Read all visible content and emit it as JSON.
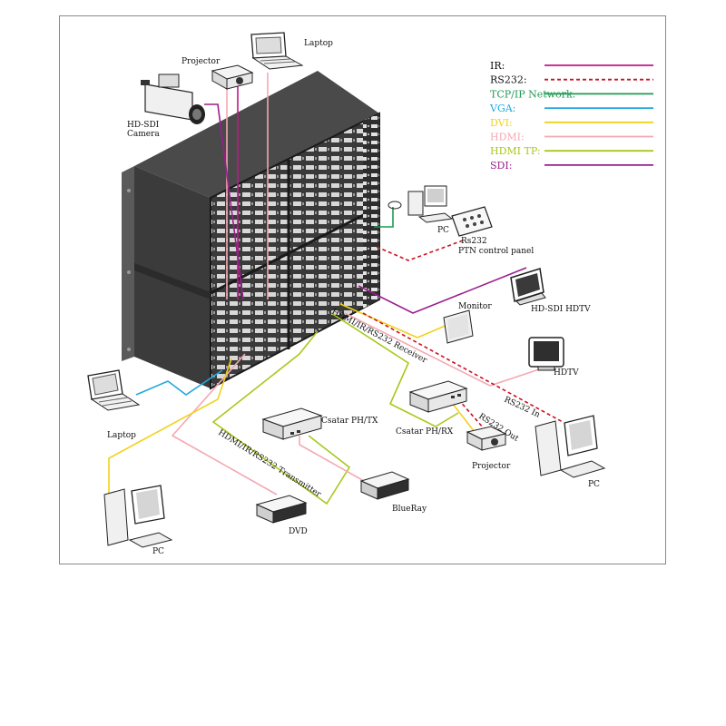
{
  "legend": [
    {
      "label": "IR:",
      "color": "#c0178a",
      "dash": ""
    },
    {
      "label": "RS232:",
      "color": "#cc1122",
      "dash": "4 3"
    },
    {
      "label": "TCP/IP Network:",
      "color": "#1f9a55",
      "dash": ""
    },
    {
      "label": "VGA:",
      "color": "#20a8e0",
      "dash": ""
    },
    {
      "label": "DVI:",
      "color": "#f2d21a",
      "dash": ""
    },
    {
      "label": "HDMI:",
      "color": "#f3a9b2",
      "dash": ""
    },
    {
      "label": "HDMI TP:",
      "color": "#a8c81a",
      "dash": ""
    },
    {
      "label": "SDI:",
      "color": "#9a1f8e",
      "dash": ""
    }
  ],
  "labels": {
    "projector_top": "Projector",
    "laptop_top": "Laptop",
    "camera_line1": "HD-SDI",
    "camera_line2": "Camera",
    "pc_right": "PC",
    "rs232": "Rs232",
    "ptn_panel": "PTN control panel",
    "hdsdi_hdtv": "HD-SDI HDTV",
    "monitor": "Monitor",
    "hdmi_receiver": "HDMI/IR/RS232 Receiver",
    "hdtv": "HDTV",
    "rs232_in": "RS232 In",
    "rs232_out": "RS232 Out",
    "csatar_rx": "Csatar PH/RX",
    "csatar_tx": "Csatar PH/TX",
    "laptop_left": "Laptop",
    "projector_bottom": "Projector",
    "pc_far_right": "PC",
    "hdmi_transmitter": "HDMI/IR/RS232 Transmitter",
    "blueray": "BlueRay",
    "dvd": "DVD",
    "pc_bottom": "PC"
  }
}
